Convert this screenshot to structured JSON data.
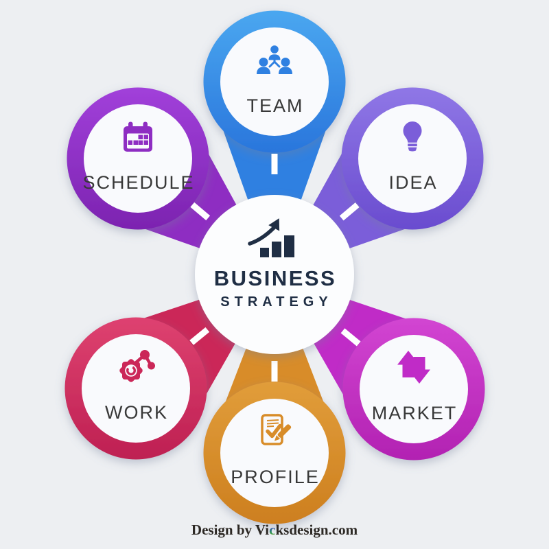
{
  "center": {
    "title": "BUSINESS",
    "subtitle": "STRATEGY",
    "icon": "growth-chart-icon",
    "text_color": "#1f2e44"
  },
  "petals": [
    {
      "label": "TEAM",
      "icon": "team-icon",
      "color": "#2f80e1"
    },
    {
      "label": "IDEA",
      "icon": "lightbulb-icon",
      "color": "#7b5ed9"
    },
    {
      "label": "SCHEDULE",
      "icon": "calendar-icon",
      "color": "#8e2dc2"
    },
    {
      "label": "WORK",
      "icon": "gear-network-icon",
      "color": "#cb2758"
    },
    {
      "label": "MARKET",
      "icon": "up-down-arrows-icon",
      "color": "#c02bc7"
    },
    {
      "label": "PROFILE",
      "icon": "document-check-icon",
      "color": "#d88c29"
    }
  ],
  "footer": {
    "prefix": "Design by ",
    "brand_start": "Vi",
    "brand_letter": "c",
    "brand_end": "ksdesign.com"
  },
  "colors": {
    "background": "#edeff2",
    "label": "#383838",
    "petal_inner": "#f9fafd",
    "center_fill": "#fcfdfe",
    "tick": "#ffffff"
  }
}
